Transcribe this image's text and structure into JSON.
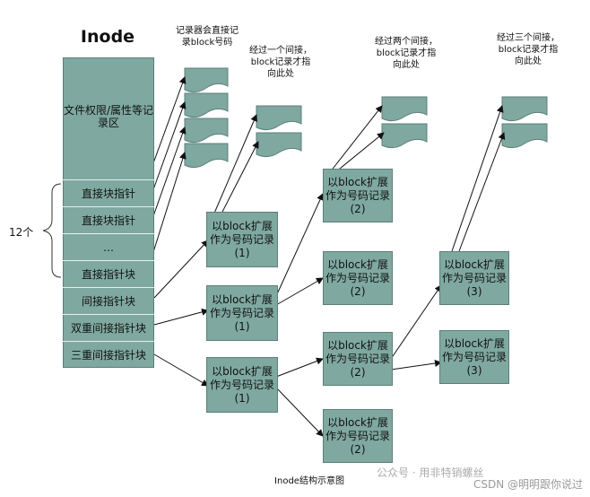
{
  "title": "Inode",
  "inode_fields": {
    "attr_area": "文件权限/属性等记录区",
    "direct1": "直接块指针",
    "direct2": "直接块指针",
    "ellipsis": "…",
    "direct_last": "直接指针块",
    "indirect": "间接指针块",
    "double_indirect": "双重间接指针块",
    "triple_indirect": "三重间接指针块"
  },
  "brace_label": "12个",
  "notes": {
    "n0": "记录器会直接记录block号码",
    "n1": "经过一个间接，block记录才指向此处",
    "n2": "经过两个间接，block记录才指向此处",
    "n3": "经过三个间接，block记录才指向此处"
  },
  "ext": {
    "a": "以block扩展作为号码记录(1)",
    "b": "以block扩展作为号码记录(1)",
    "c": "以block扩展作为号码记录(1)",
    "d": "以block扩展作为号码记录(2)",
    "e": "以block扩展作为号码记录(2)",
    "f": "以block扩展作为号码记录(2)",
    "g": "以block扩展作为号码记录(2)",
    "h": "以block扩展作为号码记录(3)",
    "i": "以block扩展作为号码记录(3)"
  },
  "caption": "Inode结构示意图",
  "watermark_top": "公众号 · 用非特销螺丝",
  "watermark": "CSDN @明明跟你说过"
}
